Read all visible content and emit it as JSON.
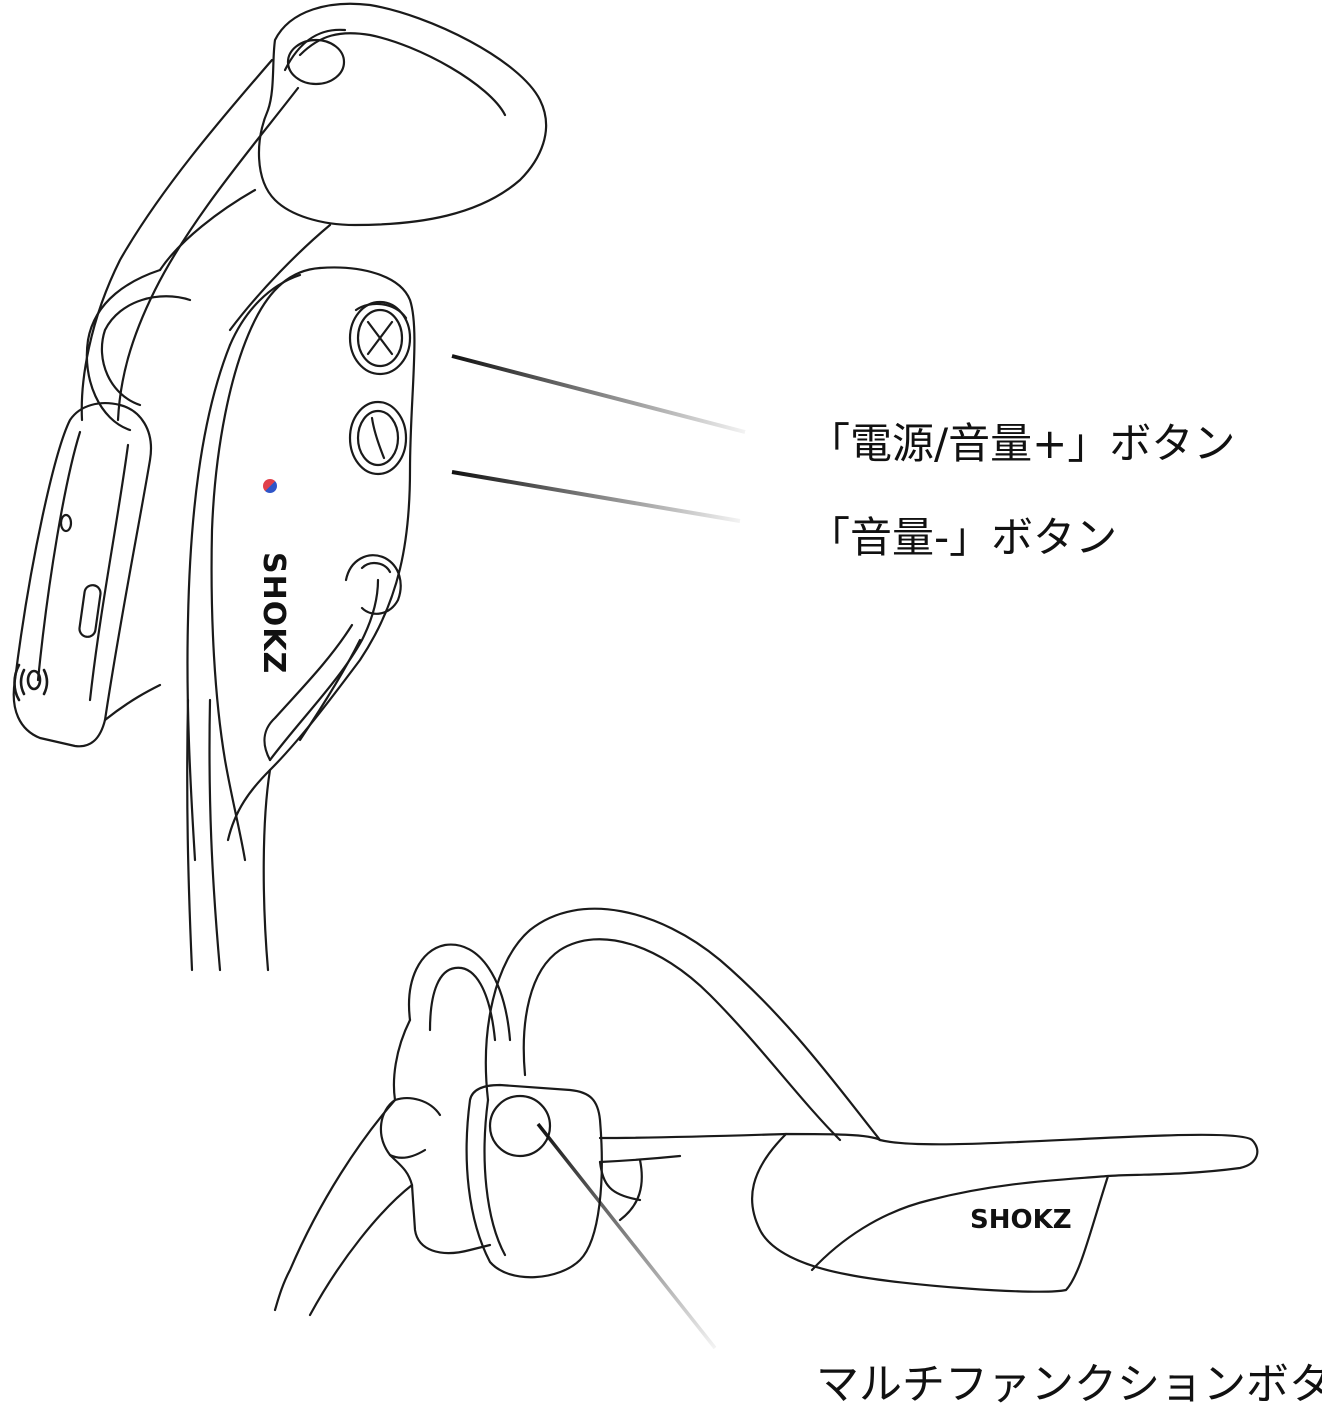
{
  "labels": {
    "power_volume_up": "「電源/音量+」ボタン",
    "volume_down": "「音量-」ボタン",
    "multifunction": "マルチファンクションボタン"
  },
  "brand_logo": "SHOKZ",
  "colors": {
    "outline": "#1a1a1a",
    "indicator_blue": "#2f55c8",
    "indicator_red": "#e0404a"
  }
}
